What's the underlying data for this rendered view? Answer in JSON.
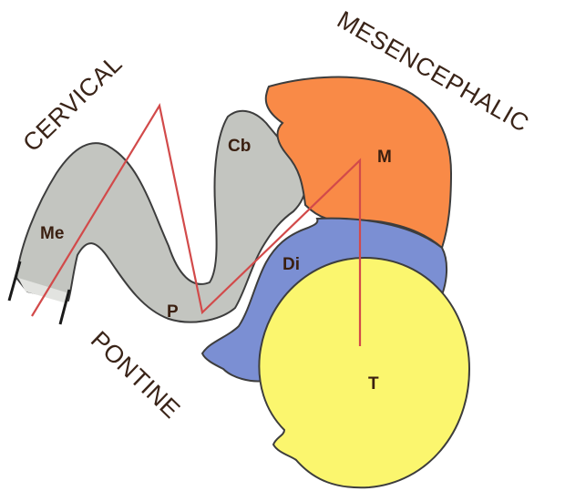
{
  "flexures": {
    "cervical": "CERVICAL",
    "mesencephalic": "MESENCEPHALIC",
    "pontine": "PONTINE"
  },
  "regions": {
    "me": "Me",
    "cb": "Cb",
    "p": "P",
    "m": "M",
    "di": "Di",
    "t": "T"
  },
  "colors": {
    "hindbrain": "#c3c5c0",
    "mesencephalon": "#f98a47",
    "diencephalon": "#7b8fd3",
    "telencephalon": "#fbf66e",
    "flexure_line": "#d24a4a",
    "outline": "#3d3d3d"
  }
}
